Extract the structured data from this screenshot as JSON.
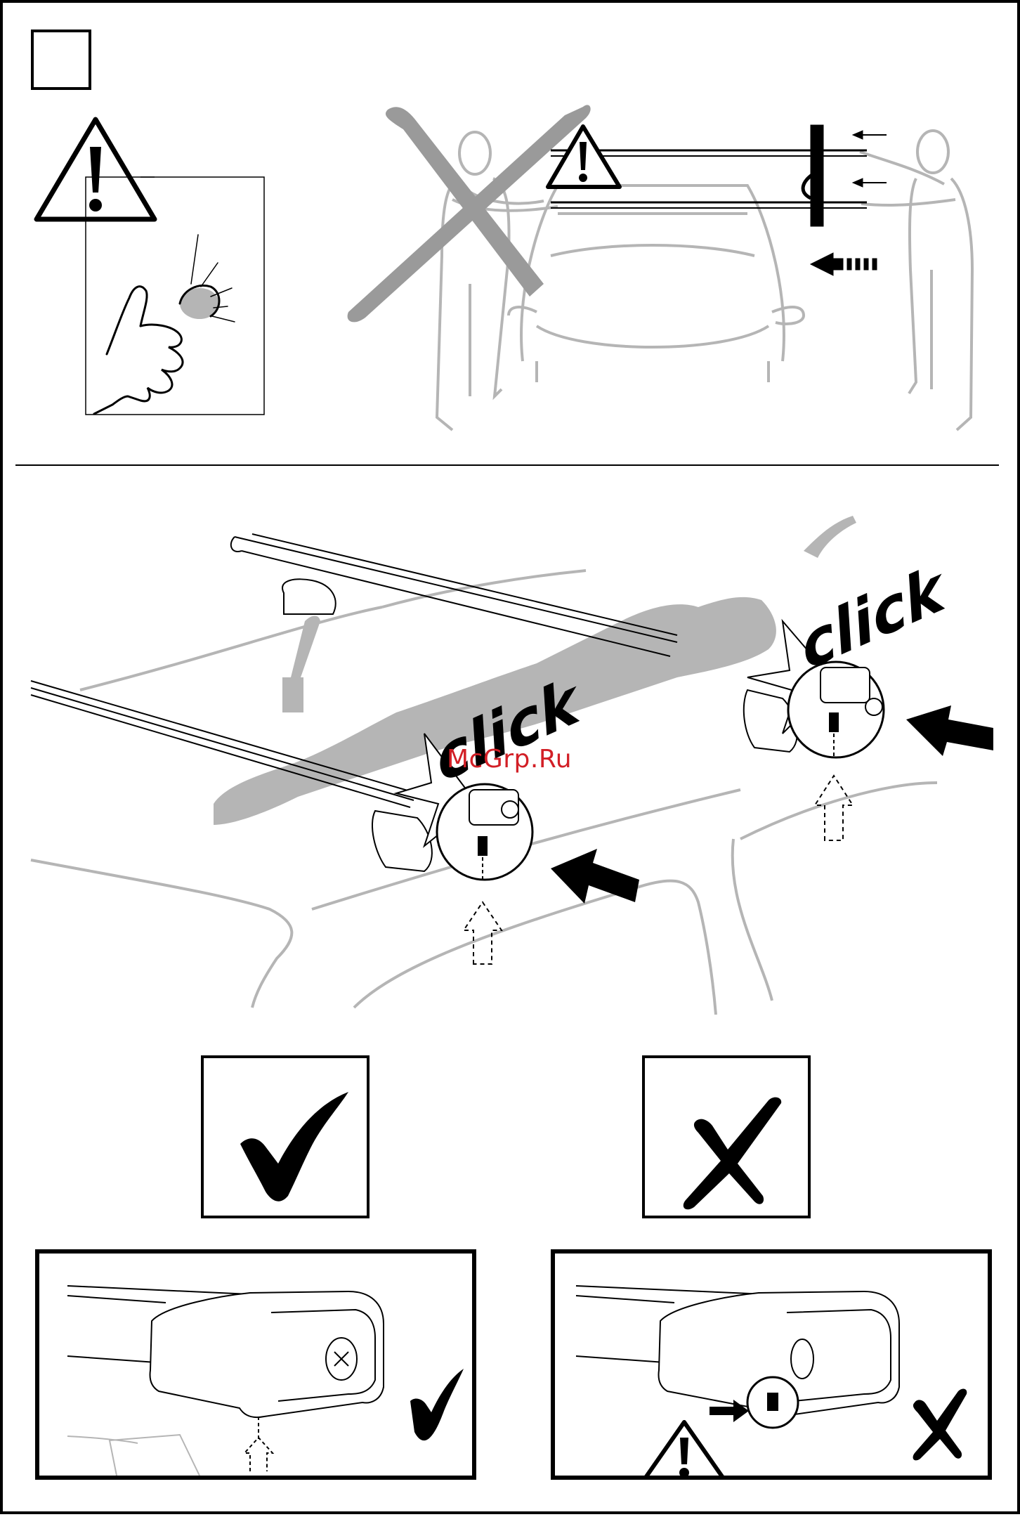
{
  "watermark": {
    "text": "McGrp.Ru"
  },
  "callouts": {
    "click_label_1": "click",
    "click_label_2": "click"
  },
  "colors": {
    "ink": "#000000",
    "ghost": "#b5b5b5",
    "watermark": "#d21f26"
  },
  "icons": {
    "step_box": "empty-step-number-box",
    "warning": "warning-triangle-icon",
    "correct": "checkmark-icon",
    "incorrect": "cross-icon"
  }
}
